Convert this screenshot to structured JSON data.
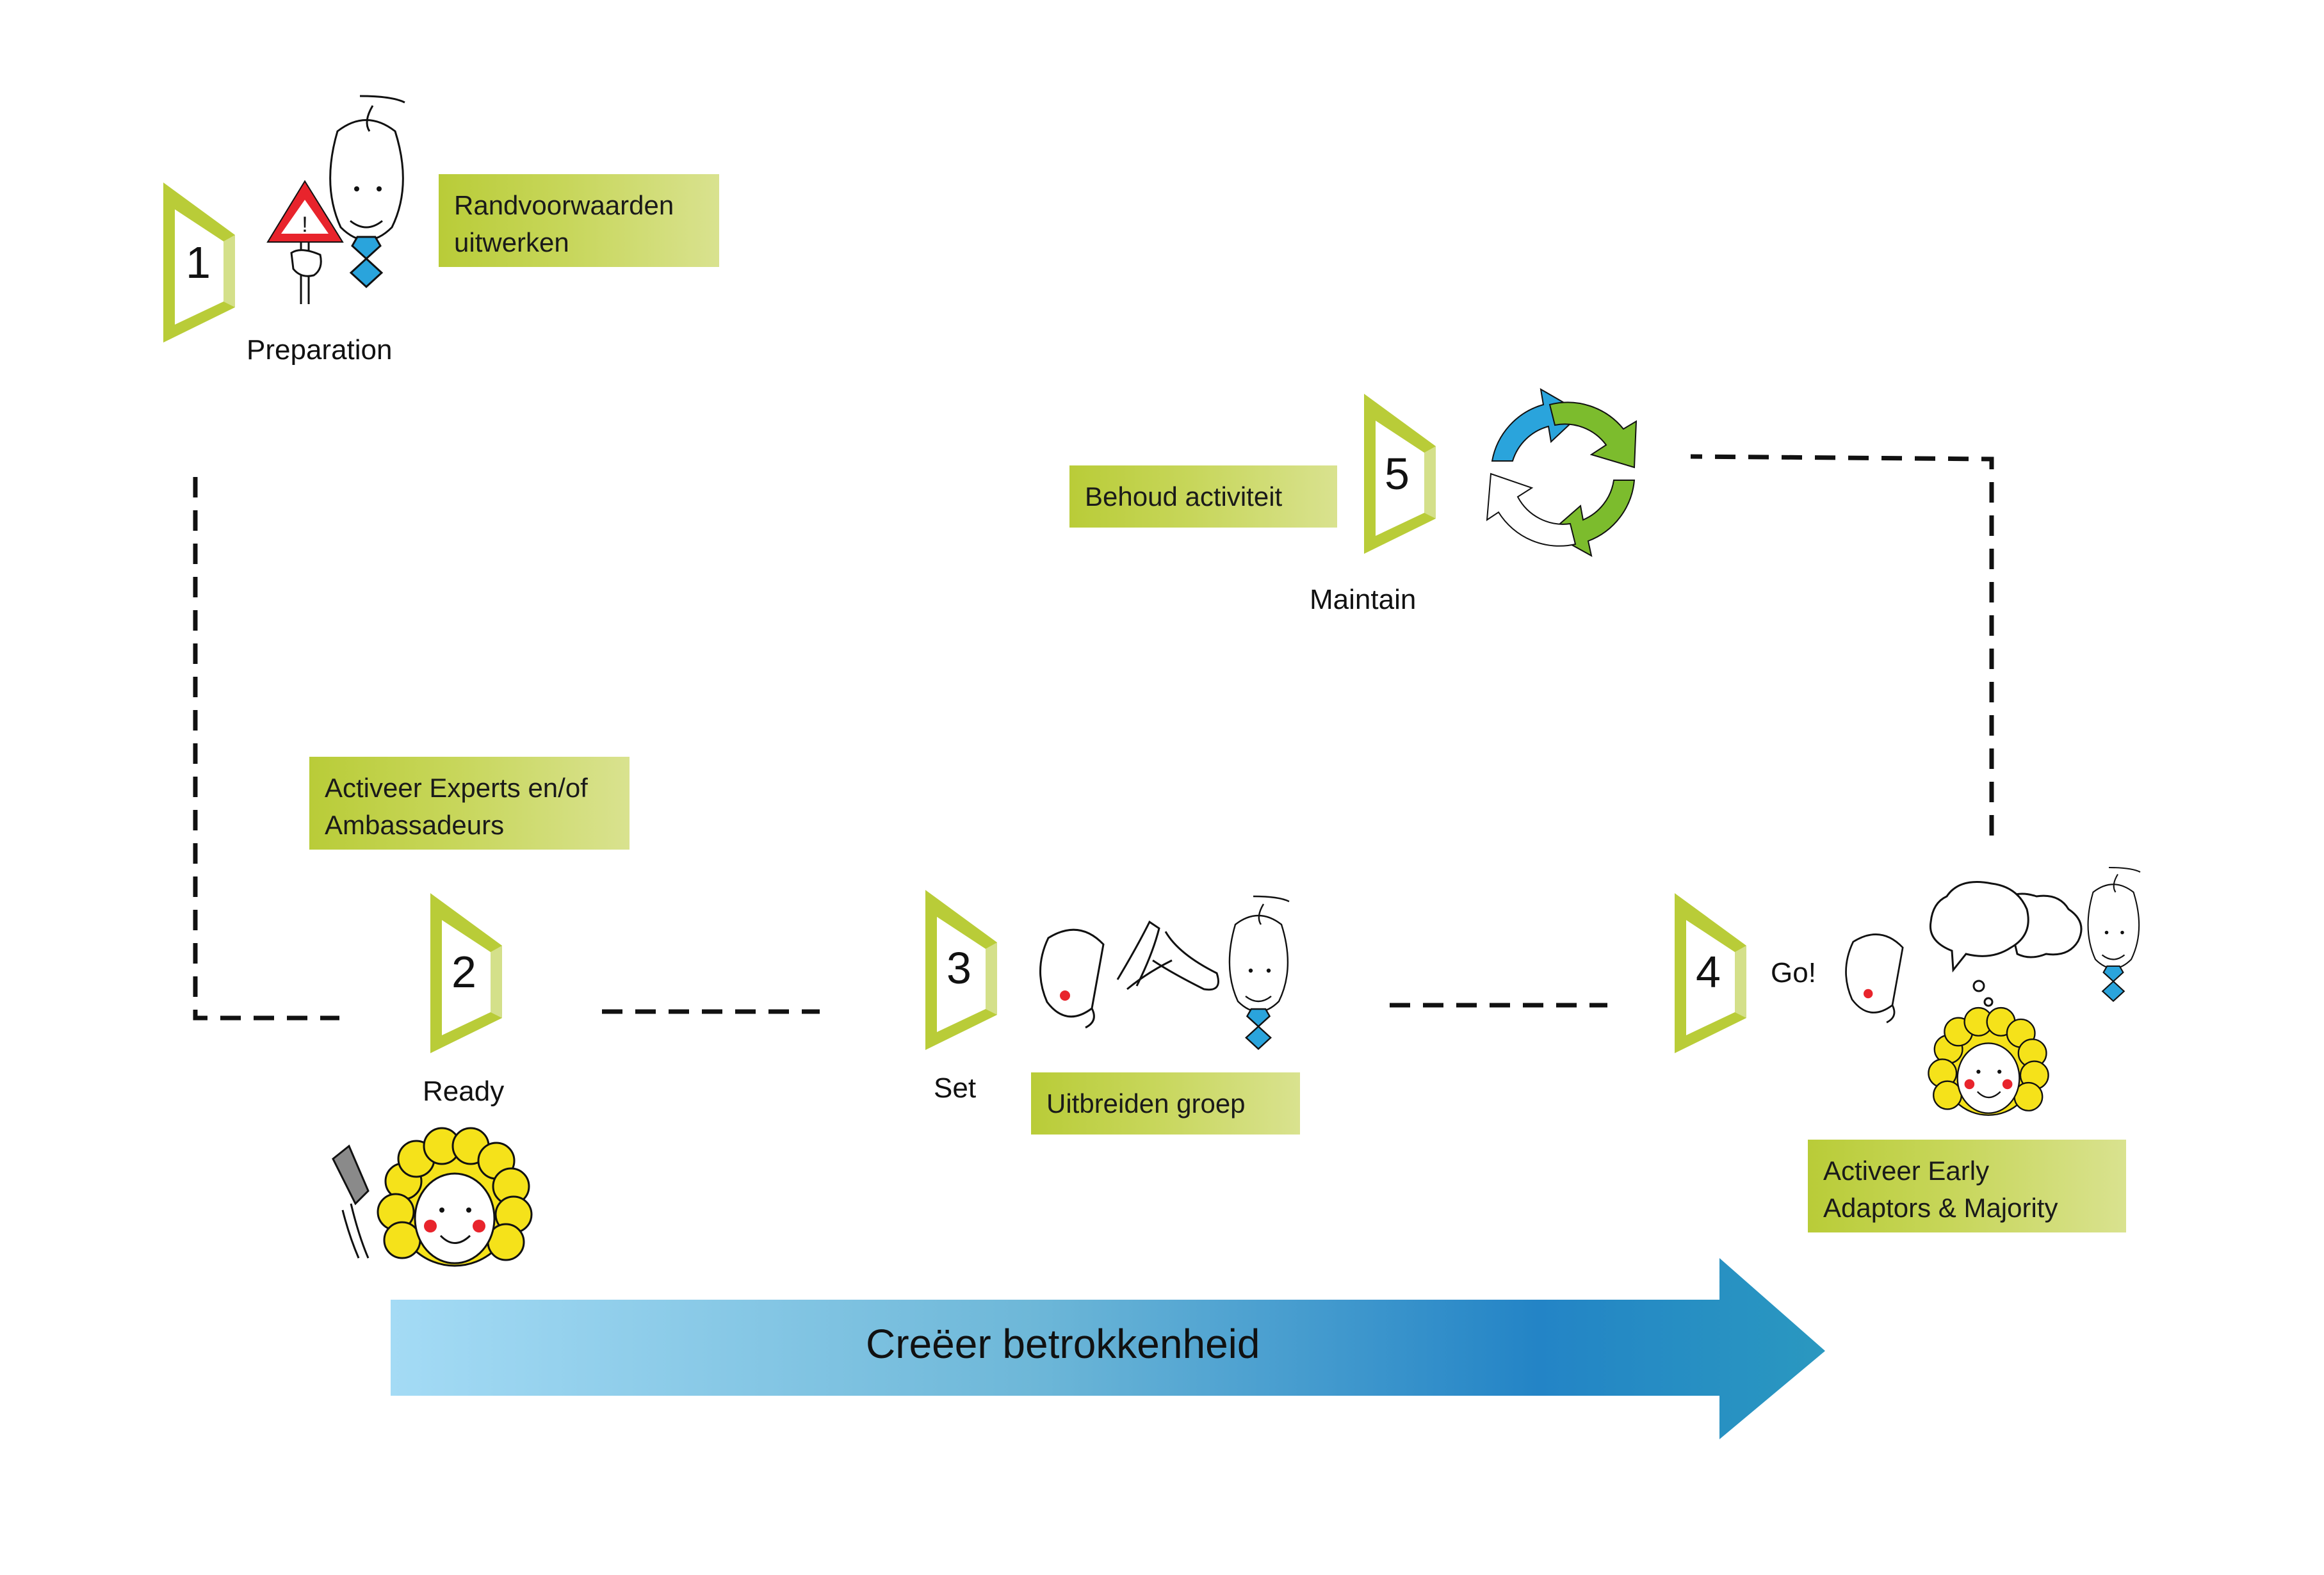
{
  "steps": [
    {
      "number": "1",
      "label": "Preparation"
    },
    {
      "number": "2",
      "label": "Ready"
    },
    {
      "number": "3",
      "label": "Set"
    },
    {
      "number": "4",
      "label": "Go!"
    },
    {
      "number": "5",
      "label": "Maintain"
    }
  ],
  "boxes": {
    "randvoorwaarden": {
      "line1": "Randvoorwaarden",
      "line2": "uitwerken"
    },
    "experts": {
      "line1": "Activeer Experts en/of",
      "line2": "Ambassadeurs"
    },
    "groep": {
      "line1": "Uitbreiden groep"
    },
    "behoud": {
      "line1": "Behoud activiteit"
    },
    "early": {
      "line1": "Activeer Early",
      "line2": "Adaptors & Majority"
    }
  },
  "arrow": {
    "text": "Creëer betrokkenheid"
  },
  "colors": {
    "green": "#b9cc38",
    "blue_light": "#9dd7f3",
    "blue_dark": "#2384c6",
    "blue_end": "#2a98c0",
    "red": "#e8242c",
    "yellow": "#f5e21a",
    "tie": "#2aa4dc"
  }
}
